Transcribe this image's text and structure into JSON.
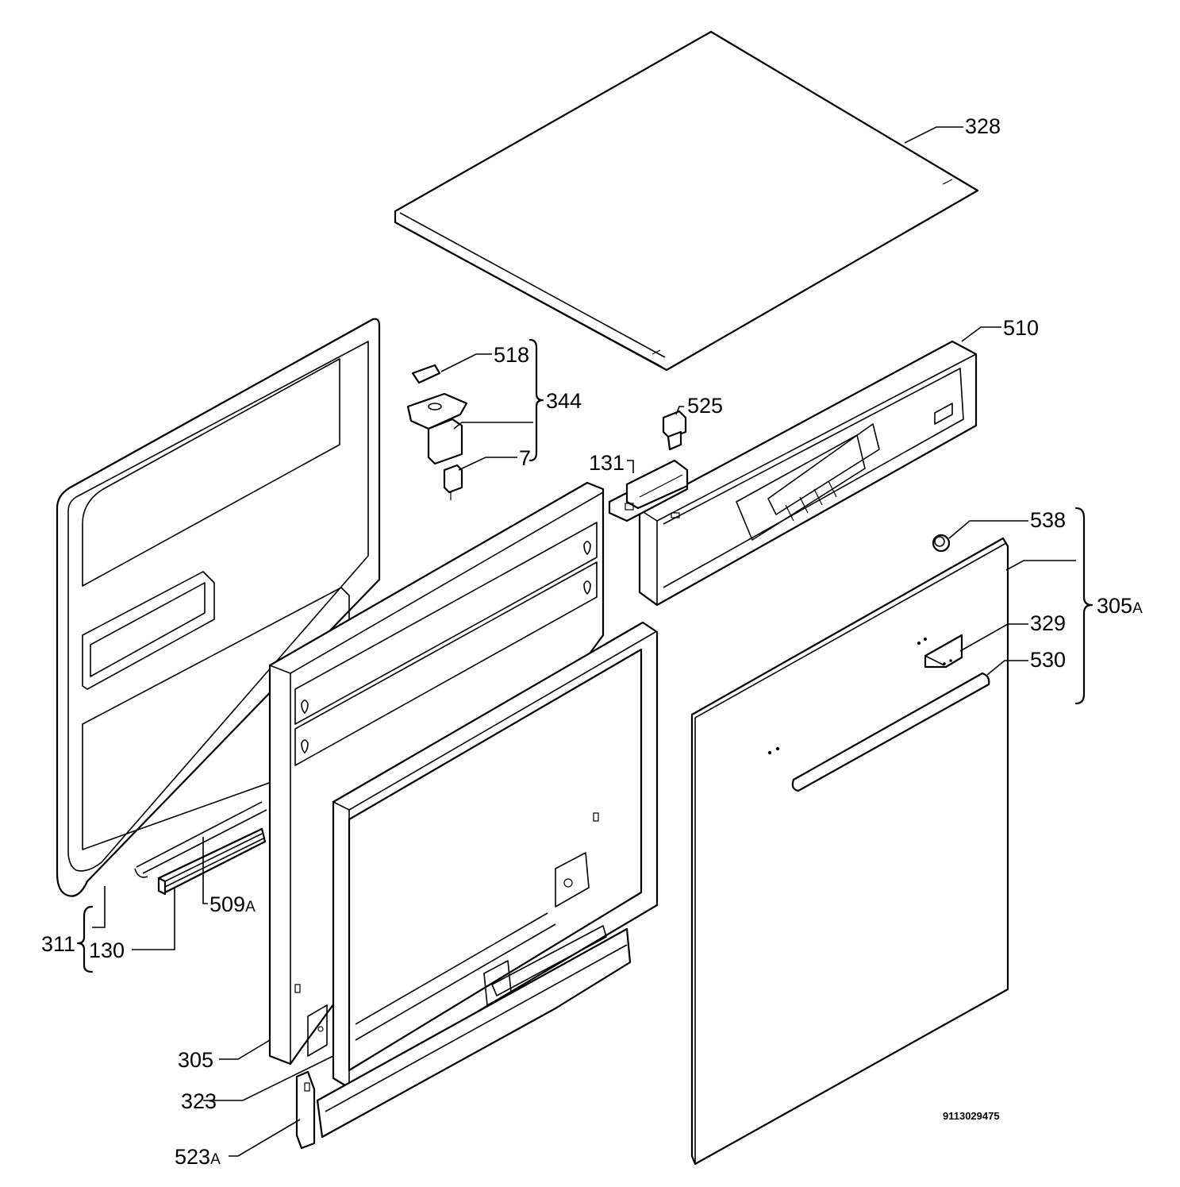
{
  "labels": {
    "p328": "328",
    "p510": "510",
    "p518": "518",
    "p344": "344",
    "p7": "7",
    "p525": "525",
    "p131": "131",
    "p538": "538",
    "p305a": "305",
    "p305a_suffix": "A",
    "p329": "329",
    "p530": "530",
    "p509a": "509",
    "p509a_suffix": "A",
    "p311": "311",
    "p130": "130",
    "p305": "305",
    "p323": "323",
    "p523a": "523",
    "p523a_suffix": "A"
  },
  "document_number": "9113029475"
}
